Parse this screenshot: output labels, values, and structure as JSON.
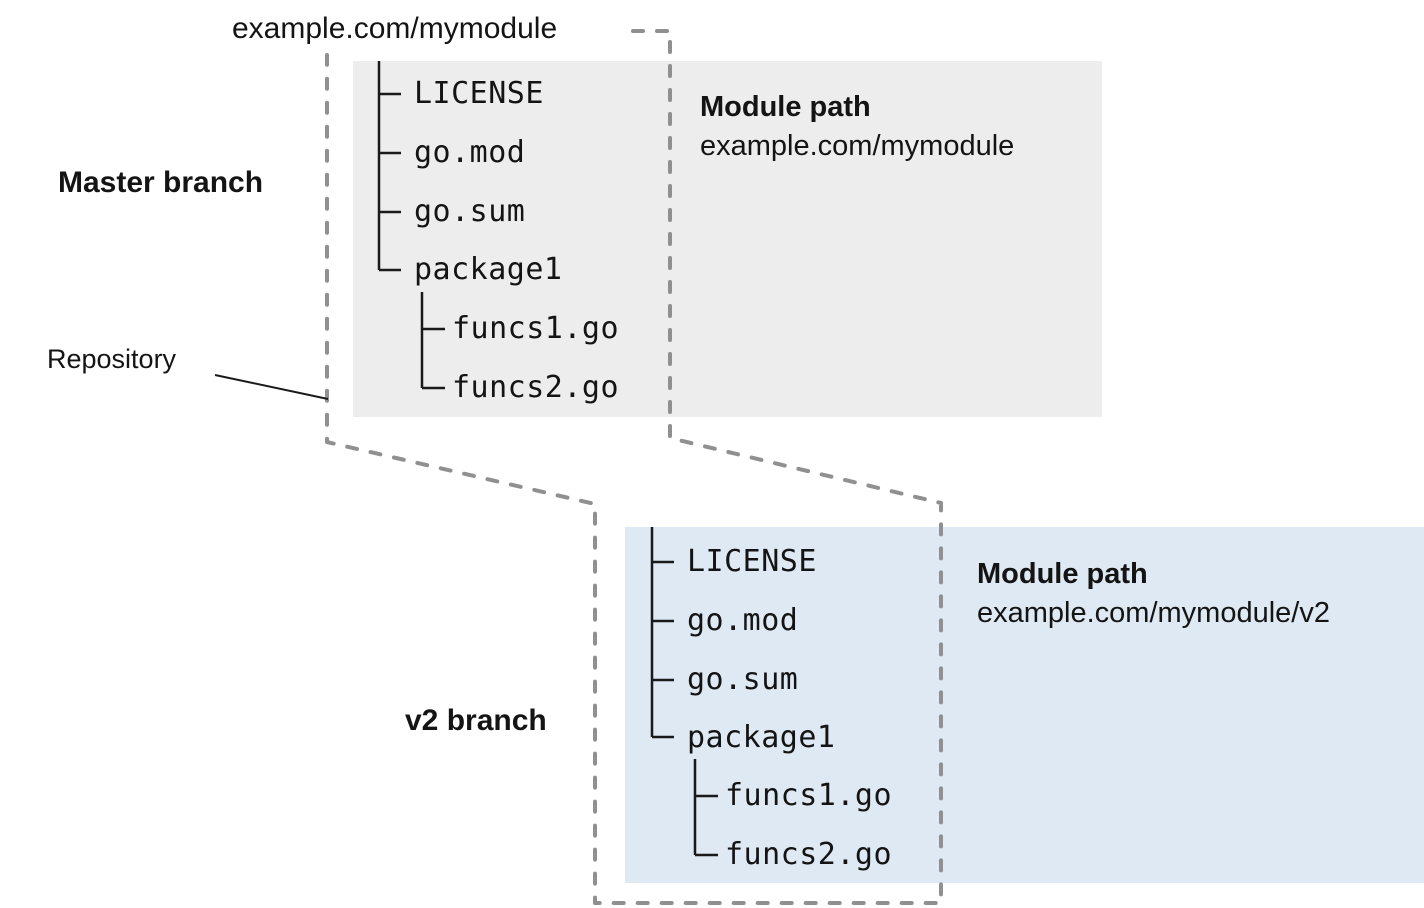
{
  "labels": {
    "repo_url": "example.com/mymodule",
    "master_branch": "Master branch",
    "v2_branch": "v2 branch",
    "repository": "Repository"
  },
  "master": {
    "module_path_label": "Module path",
    "module_path": "example.com/mymodule",
    "files": [
      "LICENSE",
      "go.mod",
      "go.sum",
      "package1"
    ],
    "package_files": [
      "funcs1.go",
      "funcs2.go"
    ]
  },
  "v2": {
    "module_path_label": "Module path",
    "module_path": "example.com/mymodule/v2",
    "files": [
      "LICENSE",
      "go.mod",
      "go.sum",
      "package1"
    ],
    "package_files": [
      "funcs1.go",
      "funcs2.go"
    ]
  },
  "colors": {
    "master_box_bg": "#ededed",
    "v2_box_bg": "#dee9f3",
    "repository_boundary": "#909090",
    "tree_lines": "#1a1a1a",
    "text": "#141414"
  }
}
